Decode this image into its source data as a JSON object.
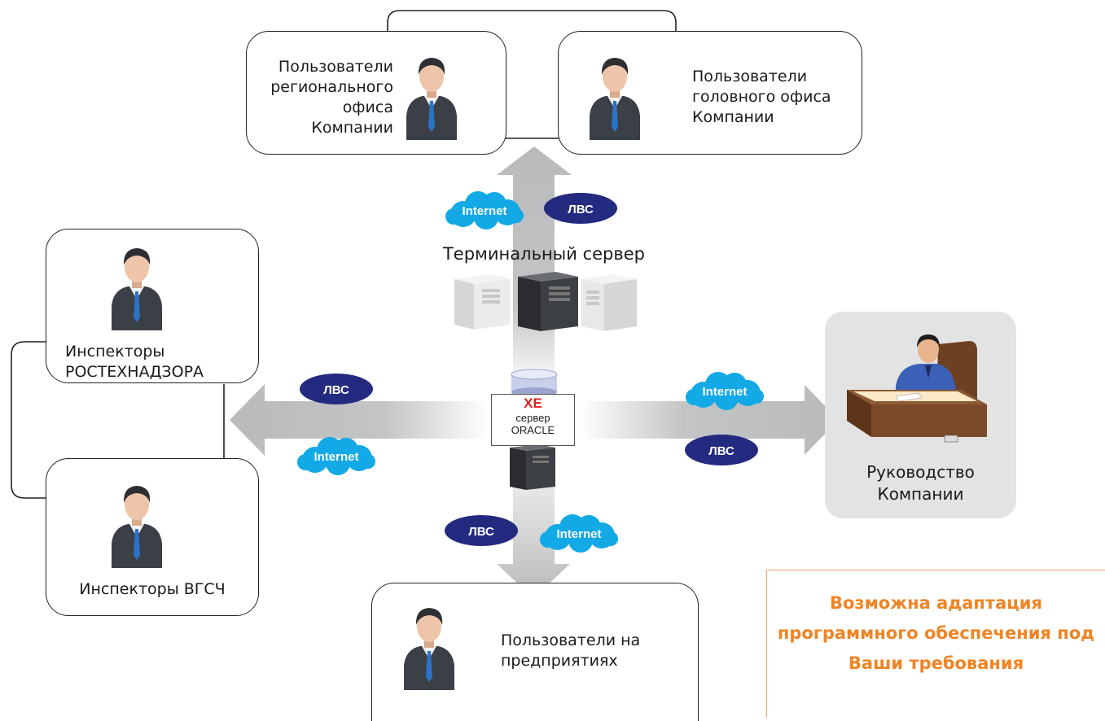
{
  "nodes": {
    "regional_users": "Пользователи регионального офиса Компании",
    "head_office_users": "Пользователи головного офиса Компании",
    "terminal_server": "Терминальный сервер",
    "inspectors_rtn": "Инспекторы РОСТЕХНАДЗОРА",
    "inspectors_vgsch": "Инспекторы ВГСЧ",
    "management": "Руководство Компании",
    "enterprise_users": "Пользователи на предприятиях"
  },
  "server": {
    "title": "XE",
    "line1": "сервер",
    "line2": "ORACLE"
  },
  "badges": {
    "lan": "ЛВС",
    "internet": "Internet"
  },
  "note": "Возможна адаптация программного обеспечения под Ваши требования",
  "colors": {
    "lan_badge": "#242a80",
    "internet_cloud": "#12a9e6",
    "arrow_grey": "#b9babb",
    "note_text": "#f08424",
    "panel_grey": "#e3e3e4",
    "server_title": "#e02020"
  },
  "icons": [
    "user-icon",
    "manager-at-desk-icon",
    "server-tower-icon",
    "database-cylinder-icon",
    "cloud-icon"
  ]
}
